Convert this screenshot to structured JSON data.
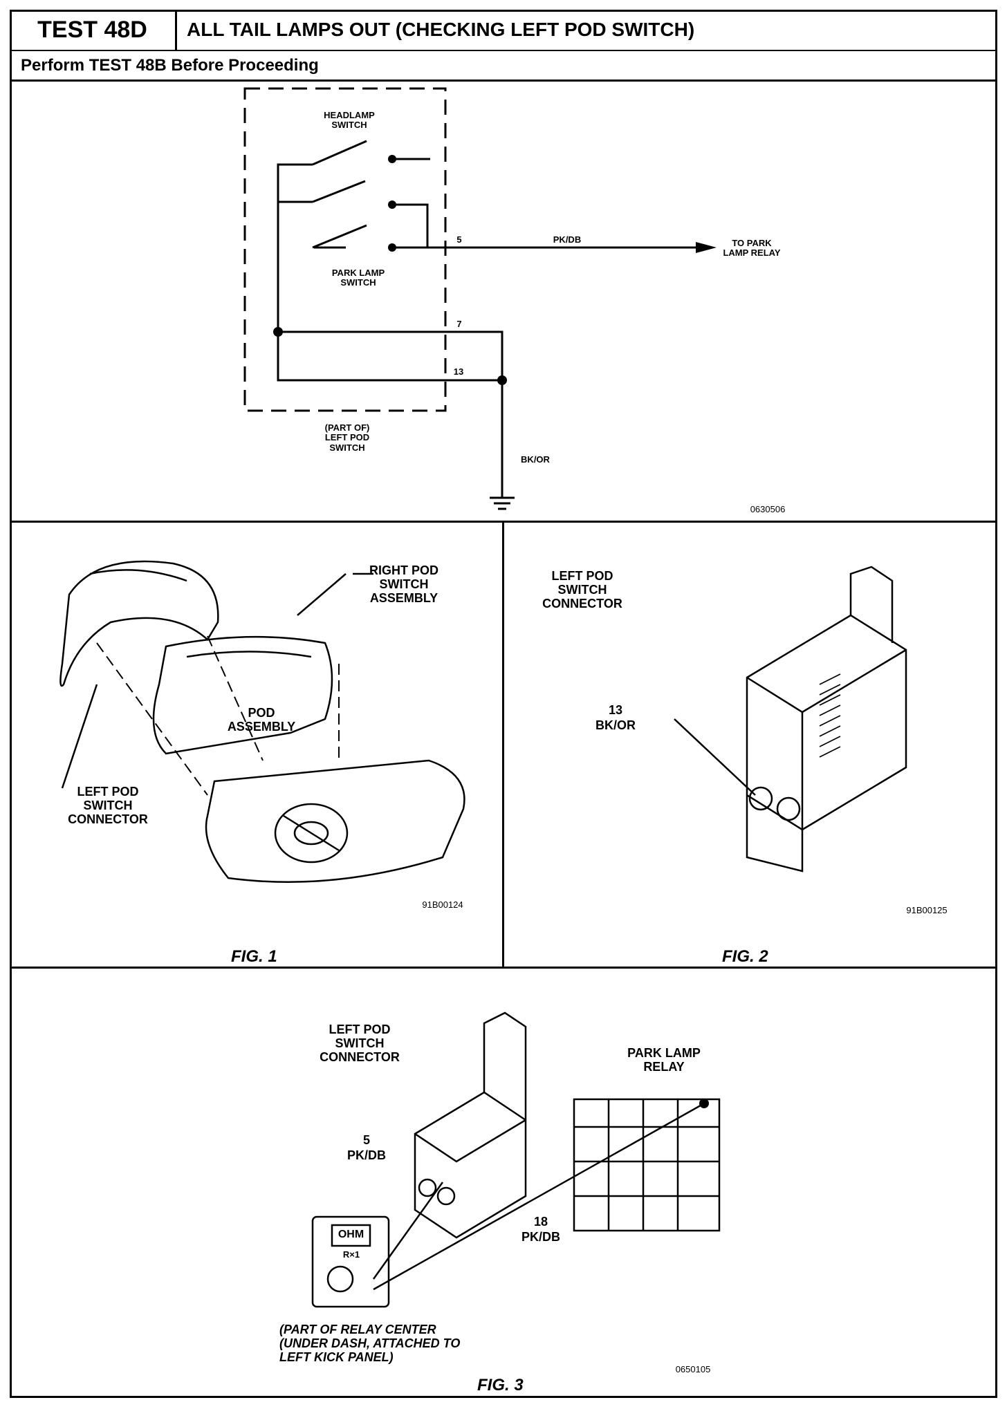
{
  "header": {
    "test_id": "TEST 48D",
    "title": "ALL TAIL LAMPS OUT (CHECKING LEFT POD SWITCH)",
    "prerequisite": "Perform TEST 48B Before Proceeding"
  },
  "schematic": {
    "headlamp_switch": "HEADLAMP SWITCH",
    "park_lamp_switch": "PARK LAMP SWITCH",
    "pin_5": "5",
    "pin_7": "7",
    "pin_13": "13",
    "wire_pk_db": "PK/DB",
    "to_park_lamp_relay": "TO PARK LAMP RELAY",
    "part_of_left_pod_switch": "(PART OF) LEFT POD SWITCH",
    "wire_bk_or": "BK/OR",
    "ref": "0630506"
  },
  "fig1": {
    "right_pod_switch_assembly": "RIGHT POD SWITCH ASSEMBLY",
    "pod_assembly": "POD ASSEMBLY",
    "left_pod_switch_connector": "LEFT POD SWITCH CONNECTOR",
    "ref": "91B00124",
    "caption": "FIG. 1"
  },
  "fig2": {
    "left_pod_switch_connector": "LEFT POD SWITCH CONNECTOR",
    "pin": "13",
    "wire": "BK/OR",
    "ref": "91B00125",
    "caption": "FIG. 2"
  },
  "fig3": {
    "left_pod_switch_connector": "LEFT POD SWITCH CONNECTOR",
    "park_lamp_relay": "PARK LAMP RELAY",
    "pin_5": "5",
    "wire_5": "PK/DB",
    "pin_18": "18",
    "wire_18": "PK/DB",
    "meter_display": "OHM",
    "meter_range": "R×1",
    "relay_center_note": "(PART OF RELAY CENTER (UNDER DASH, ATTACHED TO LEFT KICK PANEL)",
    "ref": "0650105",
    "caption": "FIG. 3"
  }
}
